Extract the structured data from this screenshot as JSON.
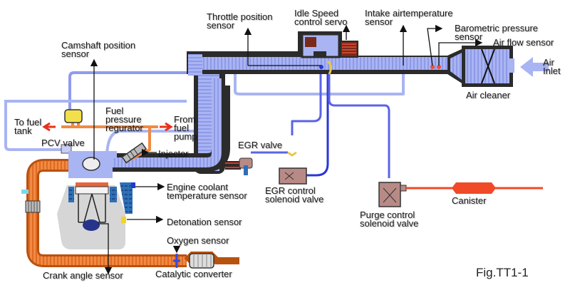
{
  "figure": {
    "caption": "Fig.TT1-1",
    "colors": {
      "intake_air": "#a9b4f2",
      "intake_stripe": "#8e9ae8",
      "vacuum_line": "#5b63e6",
      "vacuum_line_dark": "#2a36d8",
      "exhaust": "#f08a44",
      "exhaust_stripe": "#e06a22",
      "fuel_arrow": "#e8301c",
      "canister": "#f04a28",
      "housing": "#2b2b2b",
      "engine_block": "#d6d6d6",
      "coolant": "#2e6fb6",
      "solenoid": "#b88a86",
      "sensor_yellow": "#f2e04a"
    }
  },
  "labels": {
    "throttle_position_sensor": "Throttle position\nsensor",
    "idle_speed_control_servo": "Idle Speed\ncontrol servo",
    "intake_air_temperature_sensor": "Intake airtemperature\nsensor",
    "barometric_pressure_sensor": "Barometric pressure\nsensor",
    "air_flow_sensor": "Air flow sensor",
    "air_inlet": "Air\nInlet",
    "air_cleaner": "Air cleaner",
    "camshaft_position_sensor": "Camshaft position\nsensor",
    "fuel_pressure_regulator": "Fuel\npressure\nregurator",
    "to_fuel_tank": "To fuel\ntank",
    "from_fuel_pump": "From\nfuel\npump",
    "pcv_valve": "PCV valve",
    "injector": "Injector",
    "egr_valve": "EGR valve",
    "egr_control_solenoid_valve": "EGR control\nsolenoid valve",
    "purge_control_solenoid_valve": "Purge control\nsolenoid valve",
    "canister": "Canister",
    "engine_coolant_temperature_sensor": "Engine coolant\ntemperature sensor",
    "detonation_sensor": "Detonation sensor",
    "oxygen_sensor": "Oxygen sensor",
    "crank_angle_sensor": "Crank angle sensor",
    "catalytic_converter": "Catalytic converter"
  }
}
